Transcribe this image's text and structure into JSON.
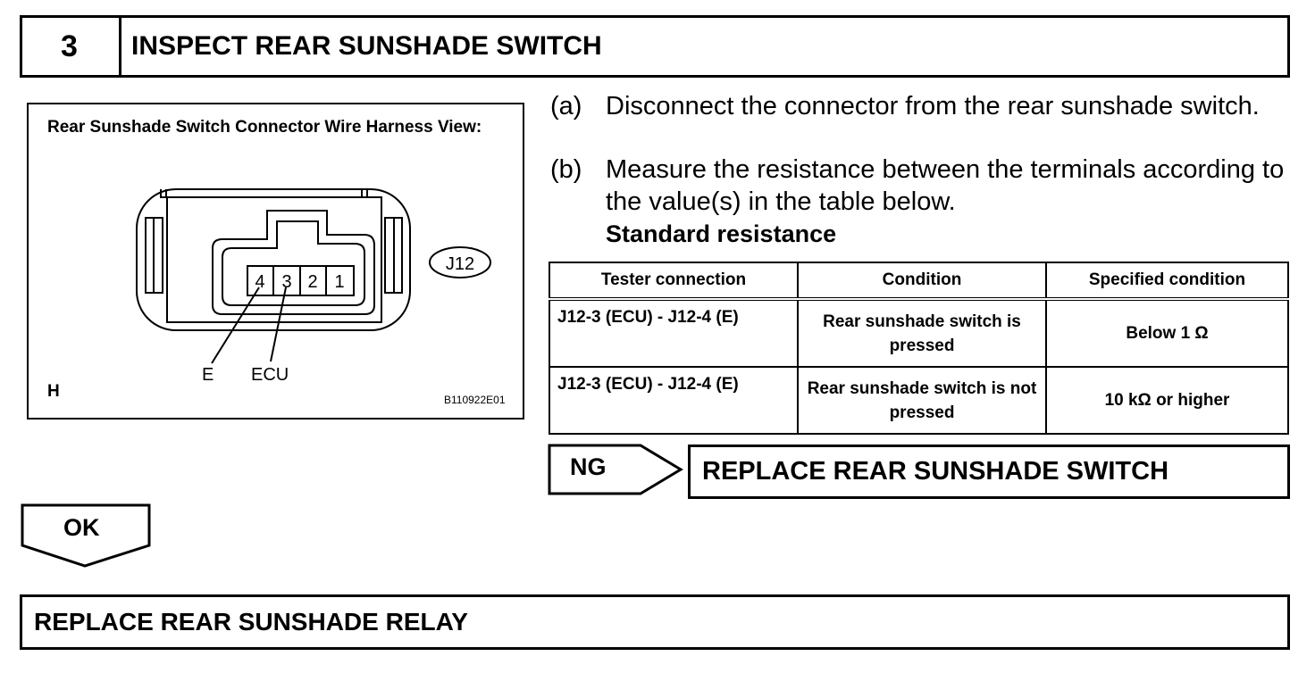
{
  "step": {
    "number": "3",
    "title": "INSPECT REAR SUNSHADE SWITCH"
  },
  "diagram": {
    "title": "Rear Sunshade Switch Connector Wire Harness View:",
    "connector_id": "J12",
    "terminals": [
      "4",
      "3",
      "2",
      "1"
    ],
    "label_e": "E",
    "label_ecu": "ECU",
    "corner_letter": "H",
    "figure_code": "B110922E01"
  },
  "instructions": {
    "a_marker": "(a)",
    "a_text": "Disconnect the connector from the rear sunshade switch.",
    "b_marker": "(b)",
    "b_text": "Measure the resistance between the terminals according to the value(s) in the table below.",
    "standard_title": "Standard resistance"
  },
  "table": {
    "headers": [
      "Tester connection",
      "Condition",
      "Specified condition"
    ],
    "rows": [
      {
        "connection": "J12-3 (ECU) - J12-4 (E)",
        "condition": "Rear sunshade switch is pressed",
        "specified": "Below 1 Ω"
      },
      {
        "connection": "J12-3 (ECU) - J12-4 (E)",
        "condition": "Rear sunshade switch is not pressed",
        "specified": "10 kΩ or higher"
      }
    ]
  },
  "ng": {
    "label": "NG",
    "action": "REPLACE REAR SUNSHADE SWITCH"
  },
  "ok": {
    "label": "OK",
    "action": "REPLACE REAR SUNSHADE RELAY"
  }
}
